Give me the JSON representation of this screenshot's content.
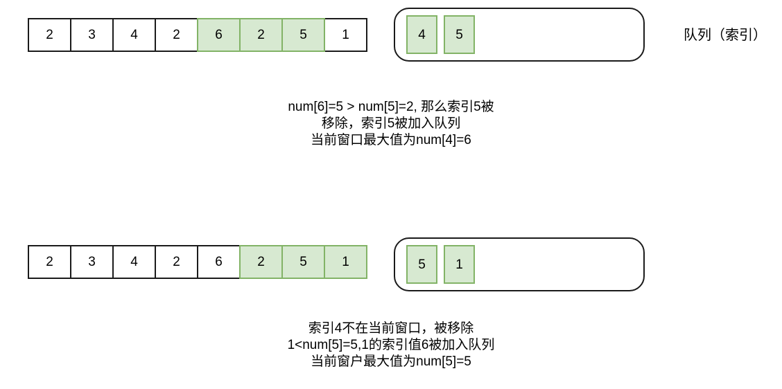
{
  "diagram": {
    "title_label": "队列（索引）",
    "colors": {
      "cell_border": "#1a1a1a",
      "highlight_fill": "#d7e9d1",
      "highlight_border": "#82b366",
      "text": "#000000",
      "background": "#ffffff"
    },
    "panels": [
      {
        "id": "step-1",
        "array": {
          "values": [
            "2",
            "3",
            "4",
            "2",
            "6",
            "2",
            "5",
            "1"
          ],
          "highlighted": [
            false,
            false,
            false,
            false,
            true,
            true,
            true,
            false
          ]
        },
        "queue": {
          "values": [
            "4",
            "5"
          ]
        },
        "side_label": "队列（索引）",
        "caption_lines": [
          "num[6]=5  > num[5]=2, 那么索引5被",
          "移除，索引5被加入队列",
          "当前窗口最大值为num[4]=6"
        ]
      },
      {
        "id": "step-2",
        "array": {
          "values": [
            "2",
            "3",
            "4",
            "2",
            "6",
            "2",
            "5",
            "1"
          ],
          "highlighted": [
            false,
            false,
            false,
            false,
            false,
            true,
            true,
            true
          ]
        },
        "queue": {
          "values": [
            "5",
            "1"
          ]
        },
        "side_label": "",
        "caption_lines": [
          "索引4不在当前窗口，被移除",
          "1<num[5]=5,1的索引值6被加入队列",
          "当前窗户最大值为num[5]=5"
        ]
      }
    ]
  }
}
